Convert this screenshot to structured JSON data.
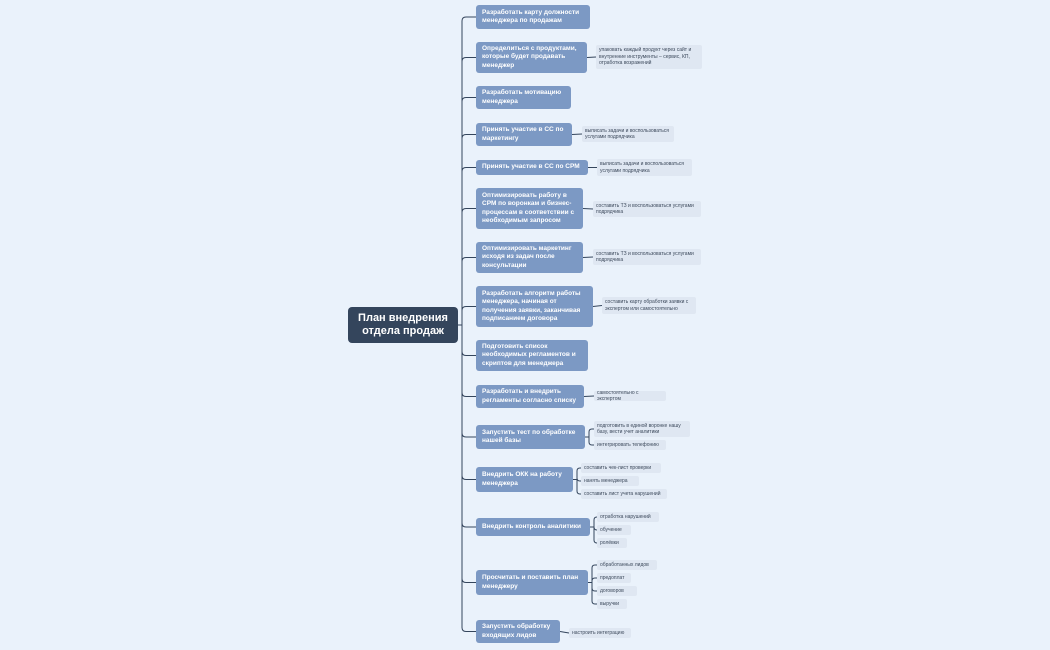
{
  "colors": {
    "background": "#eaf2fb",
    "root": "#34455c",
    "topic": "#7c99c4",
    "note": "#dfe7f2",
    "line": "#34455c"
  },
  "mindmap": {
    "root": "План внедрения отдела продаж",
    "topics": [
      {
        "label": "Разработать карту должности менеджера по продажам",
        "notes": []
      },
      {
        "label": "Определиться с продуктами, которые будет продавать менеджер",
        "notes": [
          "упаковать каждый продукт через сайт и внутренние инструменты – сервис, КП, отработка возражений"
        ]
      },
      {
        "label": "Разработать мотивацию менеджера",
        "notes": []
      },
      {
        "label": "Принять участие в СС по маркетингу",
        "notes": [
          "выписать задачи и воспользоваться услугами подрядчика"
        ]
      },
      {
        "label": "Принять участие в СС по СРМ",
        "notes": [
          "выписать задачи и воспользоваться услугами подрядчика"
        ]
      },
      {
        "label": "Оптимизировать работу в СРМ по воронкам и бизнес-процессам в соответствии с необходимым запросом",
        "notes": [
          "составить ТЗ и воспользоваться услугами подрядчика"
        ]
      },
      {
        "label": "Оптимизировать маркетинг исходя из задач после консультации",
        "notes": [
          "составить ТЗ и воспользоваться услугами подрядчика"
        ]
      },
      {
        "label": "Разработать алгоритм работы менеджера, начиная от получения заявки, заканчивая подписанием договора",
        "notes": [
          "составить карту обработки заявки с экспертом или самостоятельно"
        ]
      },
      {
        "label": "Подготовить список необходимых регламентов и скриптов для менеджера",
        "notes": []
      },
      {
        "label": "Разработать и внедрить регламенты согласно списку",
        "notes": [
          "самостоятельно с экспертом"
        ]
      },
      {
        "label": "Запустить тест по обработке нашей базы",
        "notes": [
          "подготовить в единой воронке нашу базу, вести учет аналитики",
          "интегрировать телефонию"
        ]
      },
      {
        "label": "Внедрить ОКК на работу менеджера",
        "notes": [
          "составить чек-лист проверки",
          "нанять менеджера",
          "составить лист учета нарушений"
        ]
      },
      {
        "label": "Внедрить контроль аналитики",
        "notes": [
          "отработка нарушений",
          "обучение",
          "ролёвки"
        ]
      },
      {
        "label": "Просчитать и поставить план менеджеру",
        "notes": [
          "обработанных лидов",
          "предоплат",
          "договоров",
          "выручки"
        ]
      },
      {
        "label": "Запустить обработку входящих лидов",
        "notes": [
          "настроить интеграцию"
        ]
      }
    ]
  }
}
